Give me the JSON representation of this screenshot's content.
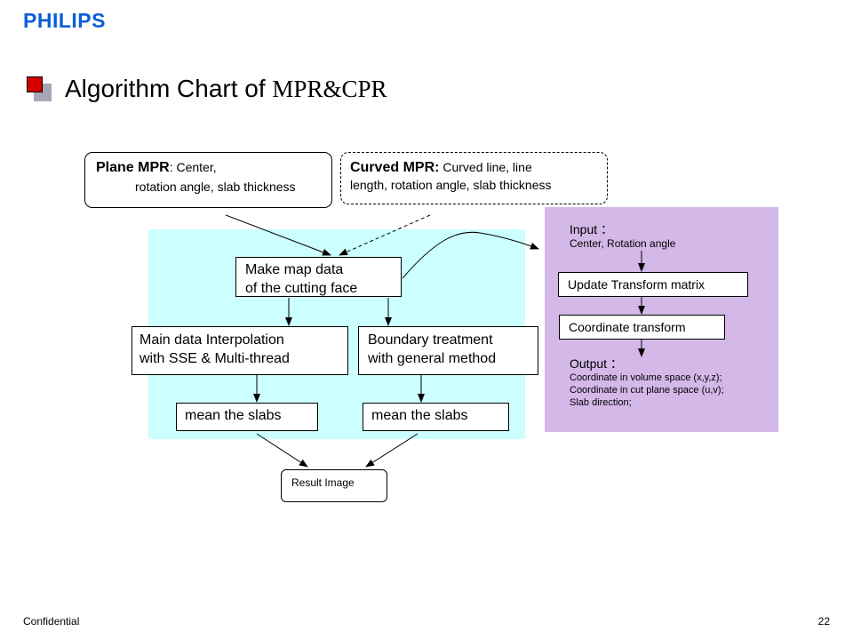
{
  "header": {
    "logo": "PHILIPS",
    "title_main": "Algorithm Chart of ",
    "title_serif": "MPR&CPR"
  },
  "diagram": {
    "plane_mpr": {
      "label": "Plane MPR",
      "line1": ": Center,",
      "line2": "rotation angle, slab thickness"
    },
    "curved_mpr": {
      "label": "Curved MPR:",
      "line1": " Curved line, line",
      "line2": "length, rotation angle, slab thickness"
    },
    "make_map": {
      "line1": "Make map data",
      "line2": "of the cutting face"
    },
    "main_interp": {
      "line1": "Main data Interpolation",
      "line2": "with SSE & Multi-thread"
    },
    "boundary": {
      "line1": "Boundary treatment",
      "line2": "with general method"
    },
    "mean_left": "mean the slabs",
    "mean_right": "mean the slabs",
    "result": "Result Image",
    "transform": {
      "input_label": "Input ：",
      "input_value": "Center, Rotation angle",
      "update_box": "Update Transform matrix",
      "coord_box": "Coordinate transform",
      "output_label": "Output ：",
      "output_lines": [
        "Coordinate  in volume  space (x,y,z);",
        "Coordinate  in cut plane space (u,v);",
        "Slab direction;"
      ]
    }
  },
  "footer": {
    "left": "Confidential",
    "page": "22"
  },
  "colors": {
    "brand_blue": "#0b5ed7",
    "bullet_red": "#d40000",
    "bullet_gray": "#a6a6b6",
    "panel_cyan": "#ccffff",
    "panel_purple": "#d4b8e8"
  }
}
